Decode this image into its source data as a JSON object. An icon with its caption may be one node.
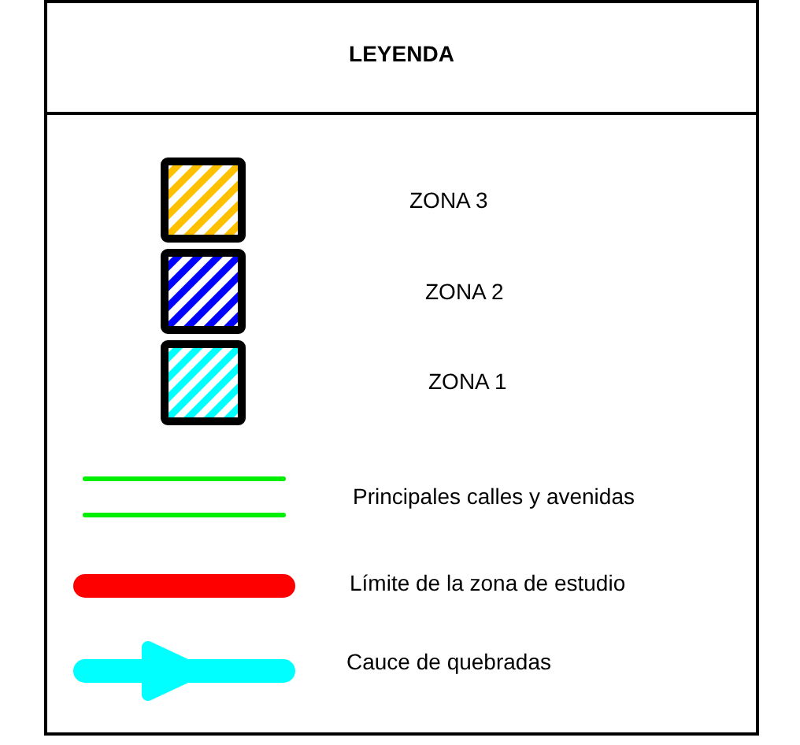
{
  "diagram": {
    "title": "LEYENDA",
    "legend": [
      {
        "text": "ZONA 3"
      },
      {
        "text": "ZONA 2"
      },
      {
        "text": "ZONA 1"
      },
      {
        "text": "Principales calles y avenidas"
      },
      {
        "text": "Límite de la zona de estudio"
      },
      {
        "text": "Cauce de quebradas"
      }
    ]
  }
}
